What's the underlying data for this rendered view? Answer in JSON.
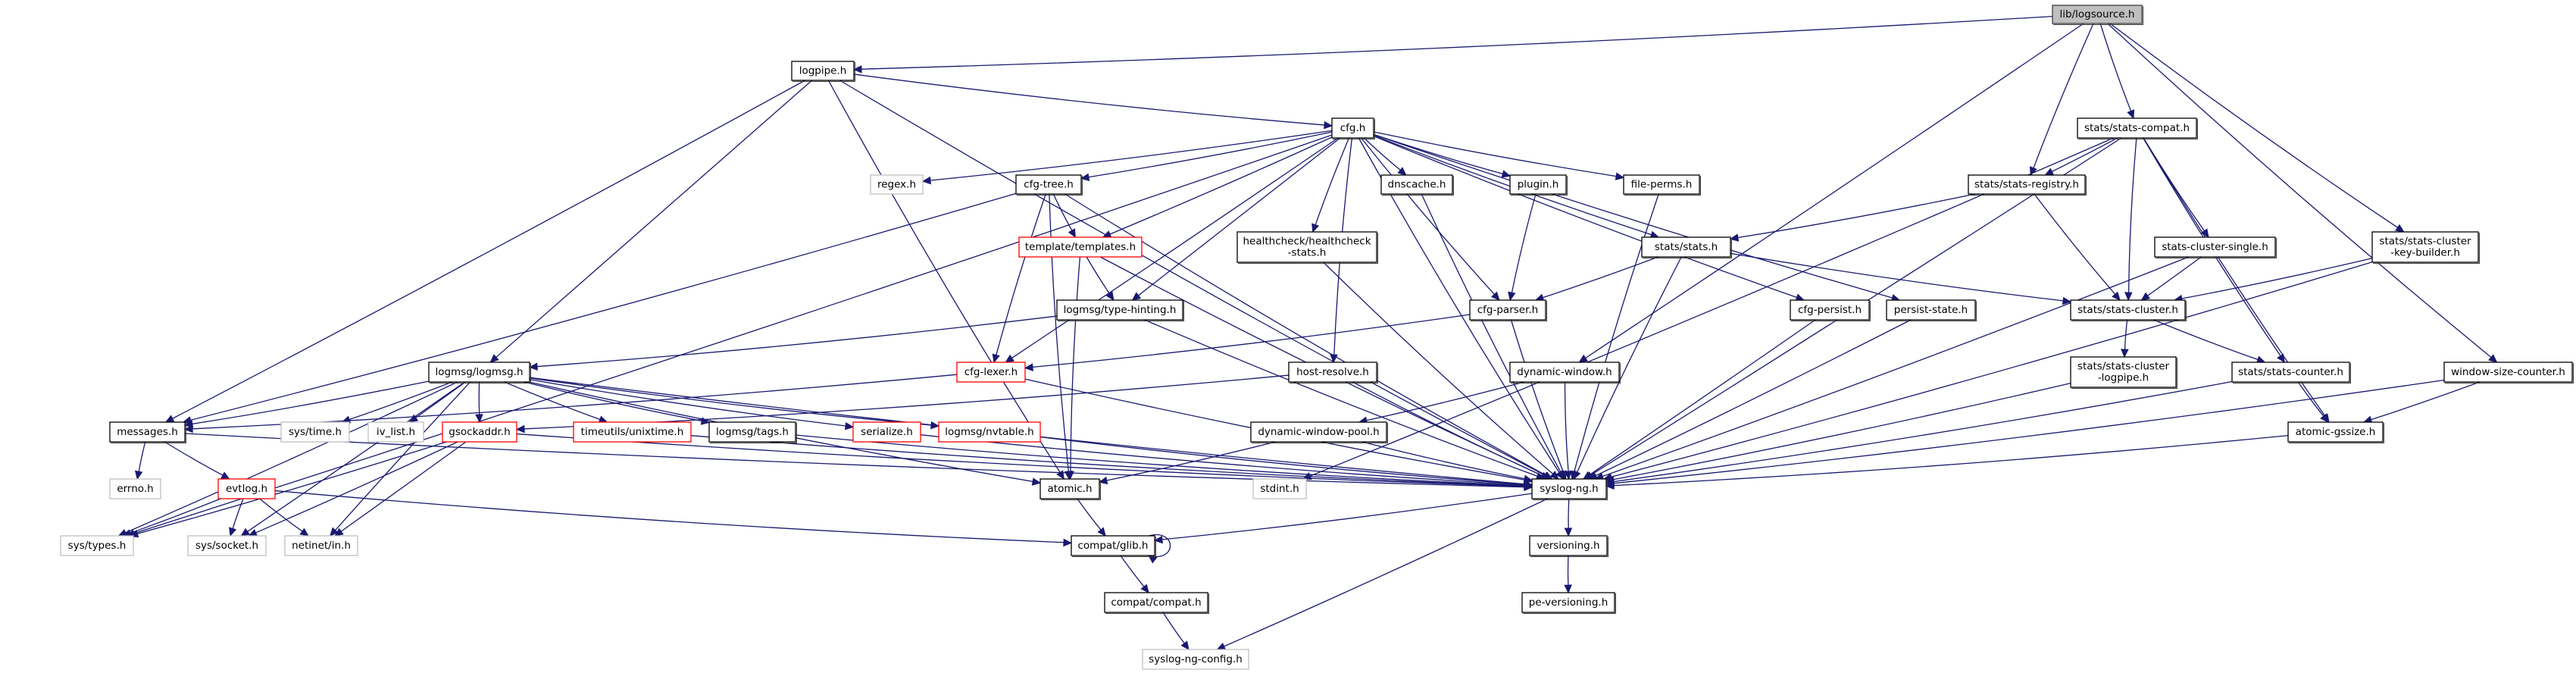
{
  "title": "Include dependency graph for lib/logsource.h",
  "colors": {
    "edge": "#191970",
    "root_fill": "#bfbfbf",
    "documented_border": "#000000",
    "undocumented_border": "#ff0000",
    "system_border": "#bfbfbf"
  },
  "nodes": [
    {
      "id": "logsource",
      "label": "lib/logsource.h",
      "kind": "root"
    },
    {
      "id": "logpipe",
      "label": "logpipe.h",
      "kind": "local"
    },
    {
      "id": "cfg",
      "label": "cfg.h",
      "kind": "local"
    },
    {
      "id": "stats_compat",
      "label": "stats/stats-compat.h",
      "kind": "local"
    },
    {
      "id": "regex",
      "label": "regex.h",
      "kind": "sys"
    },
    {
      "id": "cfg_tree",
      "label": "cfg-tree.h",
      "kind": "local"
    },
    {
      "id": "dnscache",
      "label": "dnscache.h",
      "kind": "local"
    },
    {
      "id": "plugin",
      "label": "plugin.h",
      "kind": "local"
    },
    {
      "id": "file_perms",
      "label": "file-perms.h",
      "kind": "local"
    },
    {
      "id": "stats_registry",
      "label": "stats/stats-registry.h",
      "kind": "local"
    },
    {
      "id": "templates",
      "label": "template/templates.h",
      "kind": "red"
    },
    {
      "id": "healthcheck",
      "label": "healthcheck/healthcheck\n-stats.h",
      "kind": "local"
    },
    {
      "id": "stats_stats",
      "label": "stats/stats.h",
      "kind": "local"
    },
    {
      "id": "stats_cluster_single",
      "label": "stats-cluster-single.h",
      "kind": "local"
    },
    {
      "id": "stats_key_builder",
      "label": "stats/stats-cluster\n-key-builder.h",
      "kind": "local"
    },
    {
      "id": "type_hinting",
      "label": "logmsg/type-hinting.h",
      "kind": "local"
    },
    {
      "id": "cfg_parser",
      "label": "cfg-parser.h",
      "kind": "local"
    },
    {
      "id": "cfg_persist",
      "label": "cfg-persist.h",
      "kind": "local"
    },
    {
      "id": "persist_state",
      "label": "persist-state.h",
      "kind": "local"
    },
    {
      "id": "stats_cluster",
      "label": "stats/stats-cluster.h",
      "kind": "local"
    },
    {
      "id": "logmsg",
      "label": "logmsg/logmsg.h",
      "kind": "local"
    },
    {
      "id": "cfg_lexer",
      "label": "cfg-lexer.h",
      "kind": "red"
    },
    {
      "id": "host_resolve",
      "label": "host-resolve.h",
      "kind": "local"
    },
    {
      "id": "dynamic_window",
      "label": "dynamic-window.h",
      "kind": "local"
    },
    {
      "id": "stats_cluster_logpipe",
      "label": "stats/stats-cluster\n-logpipe.h",
      "kind": "local"
    },
    {
      "id": "stats_counter",
      "label": "stats/stats-counter.h",
      "kind": "local"
    },
    {
      "id": "window_size_counter",
      "label": "window-size-counter.h",
      "kind": "local"
    },
    {
      "id": "messages",
      "label": "messages.h",
      "kind": "local"
    },
    {
      "id": "sys_time",
      "label": "sys/time.h",
      "kind": "sys"
    },
    {
      "id": "iv_list",
      "label": "iv_list.h",
      "kind": "sys"
    },
    {
      "id": "gsockaddr",
      "label": "gsockaddr.h",
      "kind": "red"
    },
    {
      "id": "unixtime",
      "label": "timeutils/unixtime.h",
      "kind": "red"
    },
    {
      "id": "tags",
      "label": "logmsg/tags.h",
      "kind": "local"
    },
    {
      "id": "serialize",
      "label": "serialize.h",
      "kind": "red"
    },
    {
      "id": "nvtable",
      "label": "logmsg/nvtable.h",
      "kind": "red"
    },
    {
      "id": "dynamic_window_pool",
      "label": "dynamic-window-pool.h",
      "kind": "local"
    },
    {
      "id": "atomic_gssize",
      "label": "atomic-gssize.h",
      "kind": "local"
    },
    {
      "id": "errno",
      "label": "errno.h",
      "kind": "sys"
    },
    {
      "id": "evtlog",
      "label": "evtlog.h",
      "kind": "red"
    },
    {
      "id": "atomic",
      "label": "atomic.h",
      "kind": "local"
    },
    {
      "id": "stdint",
      "label": "stdint.h",
      "kind": "sys"
    },
    {
      "id": "syslog_ng",
      "label": "syslog-ng.h",
      "kind": "local"
    },
    {
      "id": "sys_types",
      "label": "sys/types.h",
      "kind": "sys"
    },
    {
      "id": "sys_socket",
      "label": "sys/socket.h",
      "kind": "sys"
    },
    {
      "id": "netinet_in",
      "label": "netinet/in.h",
      "kind": "sys"
    },
    {
      "id": "compat_glib",
      "label": "compat/glib.h",
      "kind": "local"
    },
    {
      "id": "versioning",
      "label": "versioning.h",
      "kind": "local"
    },
    {
      "id": "compat_compat",
      "label": "compat/compat.h",
      "kind": "local"
    },
    {
      "id": "pe_versioning",
      "label": "pe-versioning.h",
      "kind": "local"
    },
    {
      "id": "syslog_ng_config",
      "label": "syslog-ng-config.h",
      "kind": "sys"
    }
  ],
  "edges": [
    [
      "logsource",
      "logpipe"
    ],
    [
      "logsource",
      "stats_compat"
    ],
    [
      "logsource",
      "stats_registry"
    ],
    [
      "logsource",
      "dynamic_window"
    ],
    [
      "logsource",
      "stats_key_builder"
    ],
    [
      "logsource",
      "window_size_counter"
    ],
    [
      "logpipe",
      "cfg"
    ],
    [
      "logpipe",
      "logmsg"
    ],
    [
      "logpipe",
      "messages"
    ],
    [
      "logpipe",
      "atomic"
    ],
    [
      "logpipe",
      "syslog_ng"
    ],
    [
      "cfg",
      "regex"
    ],
    [
      "cfg",
      "cfg_tree"
    ],
    [
      "cfg",
      "dnscache"
    ],
    [
      "cfg",
      "plugin"
    ],
    [
      "cfg",
      "file_perms"
    ],
    [
      "cfg",
      "templates"
    ],
    [
      "cfg",
      "healthcheck"
    ],
    [
      "cfg",
      "stats_stats"
    ],
    [
      "cfg",
      "type_hinting"
    ],
    [
      "cfg",
      "cfg_parser"
    ],
    [
      "cfg",
      "cfg_persist"
    ],
    [
      "cfg",
      "persist_state"
    ],
    [
      "cfg",
      "cfg_lexer"
    ],
    [
      "cfg",
      "host_resolve"
    ],
    [
      "cfg",
      "sys_types"
    ],
    [
      "cfg",
      "syslog_ng"
    ],
    [
      "cfg_tree",
      "templates"
    ],
    [
      "cfg_tree",
      "cfg_lexer"
    ],
    [
      "cfg_tree",
      "messages"
    ],
    [
      "cfg_tree",
      "atomic"
    ],
    [
      "cfg_tree",
      "syslog_ng"
    ],
    [
      "templates",
      "type_hinting"
    ],
    [
      "templates",
      "atomic"
    ],
    [
      "templates",
      "syslog_ng"
    ],
    [
      "type_hinting",
      "logmsg"
    ],
    [
      "type_hinting",
      "syslog_ng"
    ],
    [
      "healthcheck",
      "syslog_ng"
    ],
    [
      "dnscache",
      "syslog_ng"
    ],
    [
      "plugin",
      "cfg_parser"
    ],
    [
      "file_perms",
      "syslog_ng"
    ],
    [
      "cfg_parser",
      "cfg_lexer"
    ],
    [
      "cfg_parser",
      "syslog_ng"
    ],
    [
      "cfg_lexer",
      "messages"
    ],
    [
      "cfg_lexer",
      "syslog_ng"
    ],
    [
      "host_resolve",
      "gsockaddr"
    ],
    [
      "host_resolve",
      "syslog_ng"
    ],
    [
      "dynamic_window",
      "dynamic_window_pool"
    ],
    [
      "dynamic_window",
      "syslog_ng"
    ],
    [
      "dynamic_window_pool",
      "atomic"
    ],
    [
      "dynamic_window_pool",
      "syslog_ng"
    ],
    [
      "stats_stats",
      "cfg_parser"
    ],
    [
      "stats_stats",
      "stats_cluster"
    ],
    [
      "stats_stats",
      "syslog_ng"
    ],
    [
      "cfg_persist",
      "syslog_ng"
    ],
    [
      "persist_state",
      "syslog_ng"
    ],
    [
      "stats_compat",
      "stats_registry"
    ],
    [
      "stats_compat",
      "stats_cluster"
    ],
    [
      "stats_compat",
      "stats_cluster_single"
    ],
    [
      "stats_compat",
      "stats_counter"
    ],
    [
      "stats_compat",
      "atomic_gssize"
    ],
    [
      "stats_compat",
      "stdint"
    ],
    [
      "stats_compat",
      "syslog_ng"
    ],
    [
      "stats_registry",
      "stats_stats"
    ],
    [
      "stats_registry",
      "stats_cluster"
    ],
    [
      "stats_cluster_single",
      "stats_cluster"
    ],
    [
      "stats_cluster_single",
      "syslog_ng"
    ],
    [
      "stats_key_builder",
      "stats_cluster"
    ],
    [
      "stats_key_builder",
      "syslog_ng"
    ],
    [
      "stats_cluster",
      "stats_cluster_logpipe"
    ],
    [
      "stats_cluster",
      "stats_counter"
    ],
    [
      "stats_cluster_logpipe",
      "syslog_ng"
    ],
    [
      "stats_counter",
      "atomic_gssize"
    ],
    [
      "stats_counter",
      "syslog_ng"
    ],
    [
      "window_size_counter",
      "atomic_gssize"
    ],
    [
      "window_size_counter",
      "syslog_ng"
    ],
    [
      "atomic_gssize",
      "syslog_ng"
    ],
    [
      "logmsg",
      "messages"
    ],
    [
      "logmsg",
      "sys_time"
    ],
    [
      "logmsg",
      "iv_list"
    ],
    [
      "logmsg",
      "gsockaddr"
    ],
    [
      "logmsg",
      "unixtime"
    ],
    [
      "logmsg",
      "tags"
    ],
    [
      "logmsg",
      "serialize"
    ],
    [
      "logmsg",
      "nvtable"
    ],
    [
      "logmsg",
      "atomic"
    ],
    [
      "logmsg",
      "sys_types"
    ],
    [
      "logmsg",
      "sys_socket"
    ],
    [
      "logmsg",
      "netinet_in"
    ],
    [
      "logmsg",
      "syslog_ng"
    ],
    [
      "messages",
      "errno"
    ],
    [
      "messages",
      "evtlog"
    ],
    [
      "messages",
      "syslog_ng"
    ],
    [
      "evtlog",
      "sys_types"
    ],
    [
      "evtlog",
      "sys_socket"
    ],
    [
      "evtlog",
      "netinet_in"
    ],
    [
      "evtlog",
      "compat_glib"
    ],
    [
      "gsockaddr",
      "sys_types"
    ],
    [
      "gsockaddr",
      "sys_socket"
    ],
    [
      "gsockaddr",
      "netinet_in"
    ],
    [
      "gsockaddr",
      "syslog_ng"
    ],
    [
      "unixtime",
      "syslog_ng"
    ],
    [
      "tags",
      "syslog_ng"
    ],
    [
      "serialize",
      "syslog_ng"
    ],
    [
      "nvtable",
      "syslog_ng"
    ],
    [
      "atomic",
      "compat_glib"
    ],
    [
      "syslog_ng",
      "compat_glib"
    ],
    [
      "syslog_ng",
      "versioning"
    ],
    [
      "syslog_ng",
      "syslog_ng_config"
    ],
    [
      "compat_glib",
      "compat_glib"
    ],
    [
      "compat_glib",
      "compat_compat"
    ],
    [
      "compat_compat",
      "syslog_ng_config"
    ],
    [
      "versioning",
      "pe_versioning"
    ]
  ]
}
